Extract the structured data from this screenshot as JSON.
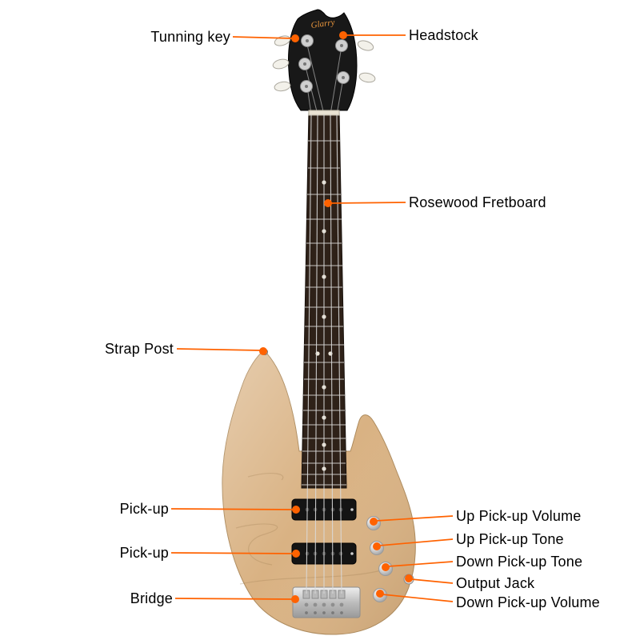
{
  "colors": {
    "accent": "#ff6200",
    "background": "#ffffff",
    "headstock": "#181818",
    "fretboard": "#2e2118",
    "body_wood": "#d9b283"
  },
  "brand": {
    "logo": "Glarry"
  },
  "callouts": {
    "tunning_key": "Tunning key",
    "headstock": "Headstock",
    "rosewood_fretboard": "Rosewood Fretboard",
    "strap_post": "Strap Post",
    "pickup_up": "Pick-up",
    "pickup_down": "Pick-up",
    "bridge": "Bridge",
    "up_pickup_volume": "Up Pick-up Volume",
    "up_pickup_tone": "Up Pick-up Tone",
    "down_pickup_tone": "Down Pick-up Tone",
    "output_jack": "Output Jack",
    "down_pickup_volume": "Down Pick-up Volume"
  }
}
